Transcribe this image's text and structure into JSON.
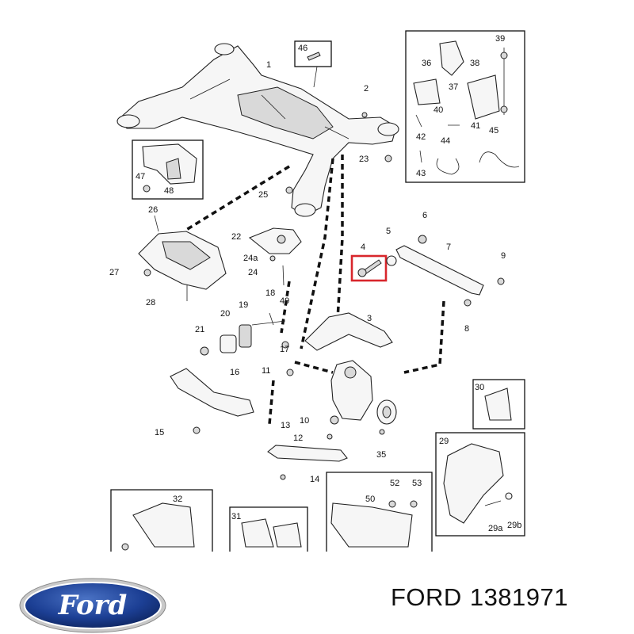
{
  "diagram": {
    "callouts": [
      "1",
      "2",
      "3",
      "4",
      "5",
      "6",
      "7",
      "8",
      "9",
      "10",
      "11",
      "12",
      "13",
      "14",
      "15",
      "16",
      "17",
      "18",
      "19",
      "20",
      "21",
      "22",
      "23",
      "24",
      "24a",
      "25",
      "26",
      "27",
      "28",
      "29",
      "29a",
      "29b",
      "30",
      "31",
      "32",
      "35",
      "36",
      "37",
      "38",
      "39",
      "40",
      "41",
      "42",
      "43",
      "44",
      "45",
      "46",
      "47",
      "48",
      "49",
      "50",
      "52",
      "53"
    ],
    "highlighted_part": "4"
  },
  "footer": {
    "brand": "FORD",
    "part_number": "1381971",
    "logo_text": "Ford"
  },
  "colors": {
    "highlight": "#d8262c",
    "logo_blue": "#1c3f94",
    "line": "#111111"
  }
}
